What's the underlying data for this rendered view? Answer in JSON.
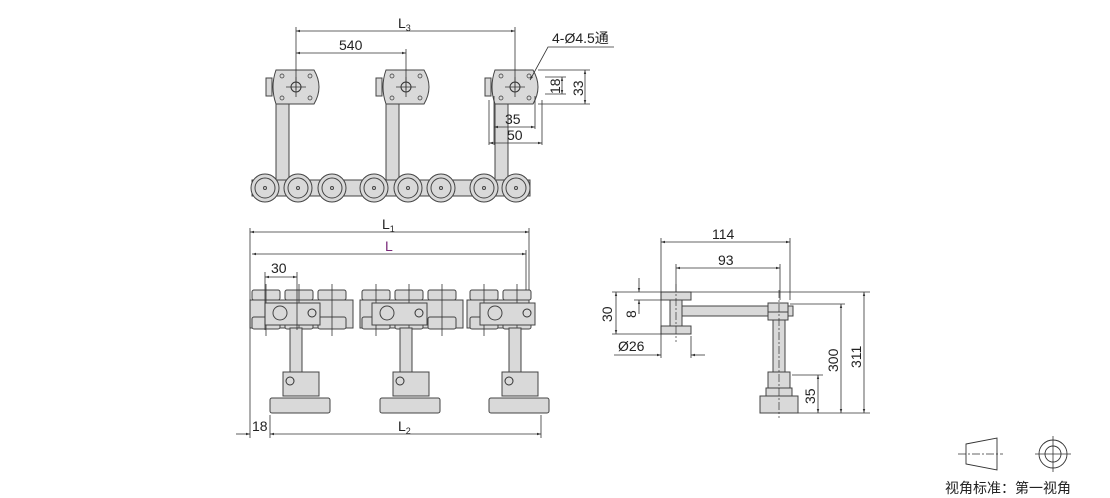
{
  "top_view": {
    "dim_l3": "L",
    "dim_l3_sub": "3",
    "dim_pitch": "540",
    "hole_note": "4-Ø4.5通",
    "dim_18": "18",
    "dim_33": "33",
    "dim_35": "35",
    "dim_50": "50"
  },
  "front_view": {
    "dim_l1": "L",
    "dim_l1_sub": "1",
    "dim_l": "L",
    "dim_30": "30",
    "dim_18": "18",
    "dim_l2": "L",
    "dim_l2_sub": "2"
  },
  "side_view": {
    "dim_114": "114",
    "dim_93": "93",
    "dim_30": "30",
    "dim_8": "8",
    "dim_d26": "Ø26",
    "dim_300": "300",
    "dim_311": "311",
    "dim_35": "35"
  },
  "projection": {
    "label": "视角标准：第一视角"
  },
  "colors": {
    "accent_l": "#7a2a7a",
    "part_fill": "#d9d9d9"
  }
}
